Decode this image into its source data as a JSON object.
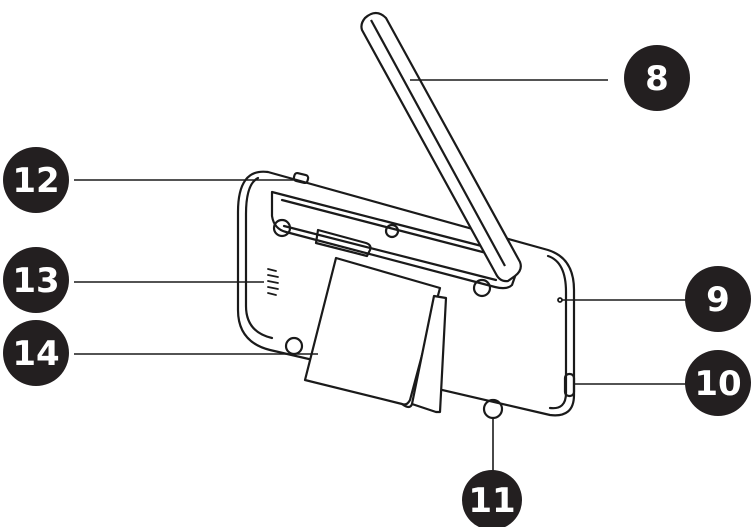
{
  "colors": {
    "ink": "#1a1a1a",
    "badge": "#231f20",
    "badge_text": "#ffffff",
    "background": "#ffffff"
  },
  "callouts": [
    {
      "number": "8",
      "part": "antenna"
    },
    {
      "number": "9",
      "part": "microphone-hole"
    },
    {
      "number": "10",
      "part": "side-port"
    },
    {
      "number": "11",
      "part": "mounting-hole"
    },
    {
      "number": "12",
      "part": "top-switch"
    },
    {
      "number": "13",
      "part": "speaker-grille"
    },
    {
      "number": "14",
      "part": "kickstand"
    }
  ]
}
